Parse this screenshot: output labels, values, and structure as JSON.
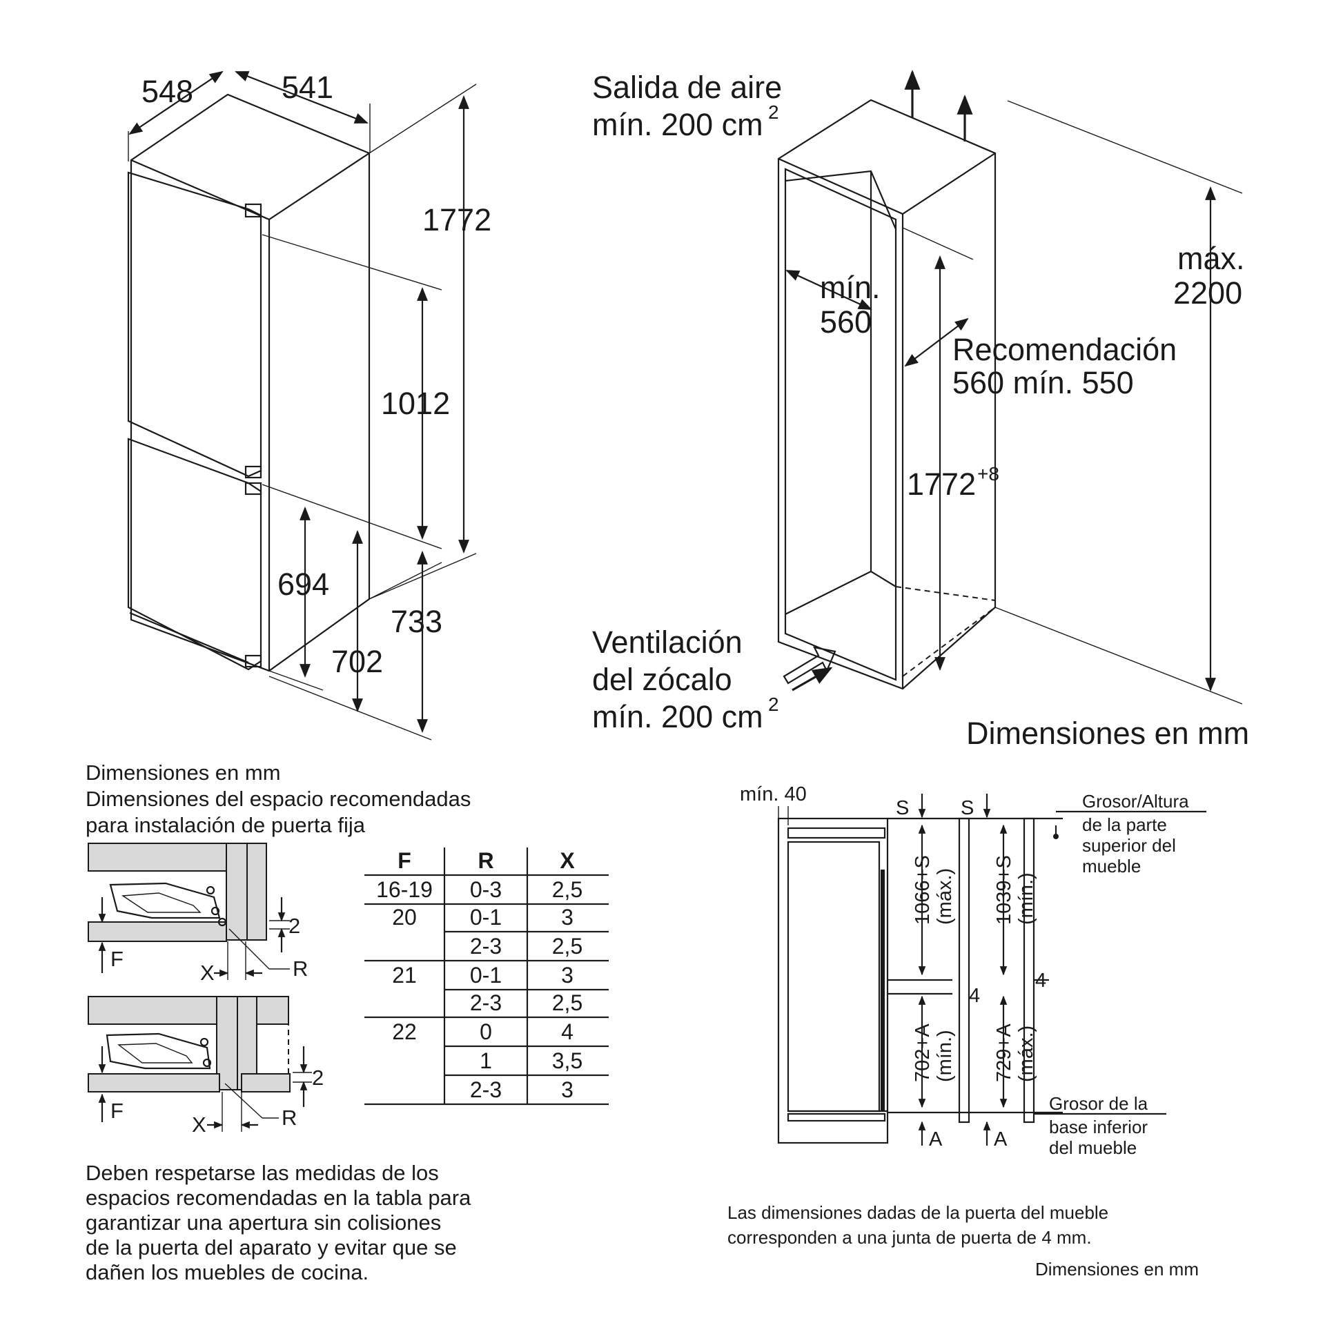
{
  "fridge": {
    "depth": "548",
    "width": "541",
    "height_total": "1772",
    "height_upper": "1012",
    "height_694": "694",
    "height_702": "702",
    "height_733": "733"
  },
  "niche": {
    "air_outlet_line1": "Salida de aire",
    "air_outlet_line2": "mín. 200 cm",
    "air_outlet_sup": "2",
    "min_width_line1": "mín.",
    "min_width_line2": "560",
    "recommend_line1": "Recomendación",
    "recommend_line2": "560 mín. 550",
    "niche_height": "1772",
    "niche_height_sup": "+8",
    "max_height_line1": "máx.",
    "max_height_line2": "2200",
    "plinth_line1": "Ventilación",
    "plinth_line2": "del zócalo",
    "plinth_line3": "mín. 200 cm",
    "plinth_sup": "2",
    "units": "Dimensiones en mm"
  },
  "gaps": {
    "heading_line1": "Dimensiones en mm",
    "heading_line2": "Dimensiones del espacio recomendadas",
    "heading_line3": "para instalación de puerta fija",
    "label_f": "F",
    "label_x": "X",
    "label_r": "R",
    "label_2": "2",
    "table": {
      "headers": [
        "F",
        "R",
        "X"
      ],
      "rows": [
        [
          "16-19",
          "0-3",
          "2,5"
        ],
        [
          "20",
          "0-1",
          "3"
        ],
        [
          "",
          "2-3",
          "2,5"
        ],
        [
          "21",
          "0-1",
          "3"
        ],
        [
          "",
          "2-3",
          "2,5"
        ],
        [
          "22",
          "0",
          "4"
        ],
        [
          "",
          "1",
          "3,5"
        ],
        [
          "",
          "2-3",
          "3"
        ]
      ]
    },
    "note_lines": [
      "Deben respetarse las medidas de los",
      "espacios recomendadas en la tabla para",
      "garantizar una apertura sin colisiones",
      "de la puerta del aparato y evitar que se",
      "dañen los muebles de cocina."
    ]
  },
  "door": {
    "min_40": "mín. 40",
    "label_s": "S",
    "label_a": "A",
    "label_4": "4",
    "upper_max": "1066+S",
    "upper_max_note": "(máx.)",
    "upper_min": "1039+S",
    "upper_min_note": "(mín.)",
    "lower_min": "702+A",
    "lower_min_note": "(mín.)",
    "lower_max": "729+A",
    "lower_max_note": "(máx.)",
    "top_label": [
      "Grosor/Altura",
      "de la parte",
      "superior del",
      "mueble"
    ],
    "base_label": [
      "Grosor de la",
      "base inferior",
      "del mueble"
    ],
    "note_lines": [
      "Las dimensiones dadas de la puerta del mueble",
      "corresponden a una junta de puerta de 4 mm."
    ],
    "units": "Dimensiones en mm"
  }
}
